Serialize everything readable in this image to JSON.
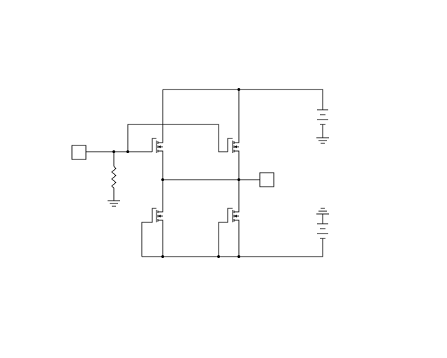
{
  "diagram": {
    "type": "circuit-schematic",
    "colors": {
      "background": "#ffffff",
      "stroke": "#000000"
    },
    "components": [
      {
        "id": "input-port",
        "kind": "terminal"
      },
      {
        "id": "output-port",
        "kind": "terminal"
      },
      {
        "id": "resistor",
        "kind": "resistor"
      },
      {
        "id": "ground-resistor",
        "kind": "ground"
      },
      {
        "id": "ground-battery",
        "kind": "ground"
      },
      {
        "id": "ground-lower-battery",
        "kind": "ground"
      },
      {
        "id": "battery-top",
        "kind": "battery"
      },
      {
        "id": "battery-bottom",
        "kind": "battery"
      },
      {
        "id": "mosfet-top-left",
        "kind": "mosfet"
      },
      {
        "id": "mosfet-top-right",
        "kind": "mosfet"
      },
      {
        "id": "mosfet-bottom-left",
        "kind": "mosfet"
      },
      {
        "id": "mosfet-bottom-right",
        "kind": "mosfet"
      }
    ]
  }
}
